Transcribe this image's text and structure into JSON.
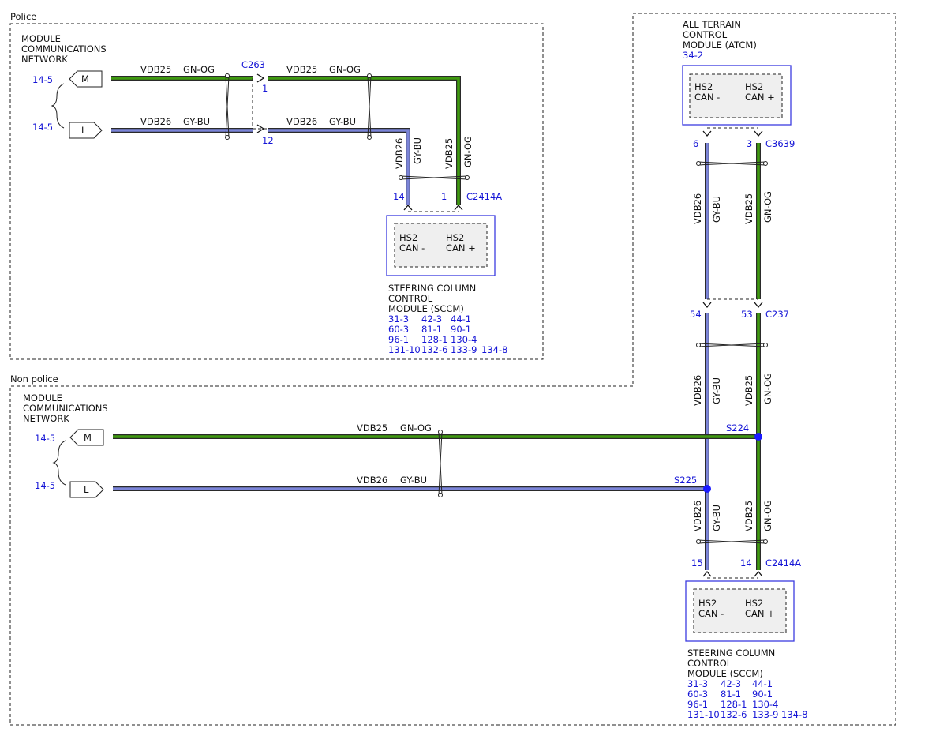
{
  "sections": {
    "police": "Police",
    "non_police": "Non police"
  },
  "network": {
    "line1": "MODULE",
    "line2": "COMMUNICATIONS",
    "line3": "NETWORK",
    "ref": "14-5",
    "conn_m": "M",
    "conn_l": "L"
  },
  "circuits": {
    "vdb25": "VDB25",
    "gnog": "GN-OG",
    "vdb26": "VDB26",
    "gybu": "GY-BU"
  },
  "connectors": {
    "c263": "C263",
    "c263_pin_a": "1",
    "c263_pin_b": "12",
    "c2414a": "C2414A",
    "sccm1_pin_minus": "14",
    "sccm1_pin_plus": "1",
    "c3639": "C3639",
    "atcm_pin_minus": "6",
    "atcm_pin_plus": "3",
    "c237": "C237",
    "c237_pin_minus": "54",
    "c237_pin_plus": "53",
    "sccm2_pin_minus": "15",
    "sccm2_pin_plus": "14"
  },
  "splices": {
    "s224": "S224",
    "s225": "S225"
  },
  "pins": {
    "hs2": "HS2",
    "can_minus": "CAN -",
    "can_plus": "CAN +"
  },
  "atcm": {
    "line1": "ALL TERRAIN",
    "line2": "CONTROL",
    "line3": "MODULE (ATCM)",
    "ref": "34-2"
  },
  "sccm": {
    "line1": "STEERING COLUMN",
    "line2": "CONTROL",
    "line3": "MODULE (SCCM)",
    "refs": [
      [
        "31-3",
        "42-3",
        "44-1"
      ],
      [
        "60-3",
        "81-1",
        "90-1"
      ],
      [
        "96-1",
        "128-1",
        "130-4"
      ],
      [
        "131-10",
        "132-6",
        "133-9",
        "134-8"
      ]
    ]
  },
  "colors": {
    "green_wire": "#3f9a10",
    "blue_wire": "#7b84d8",
    "label_blue": "#1515d6",
    "splice_dot": "#1a1aff"
  }
}
